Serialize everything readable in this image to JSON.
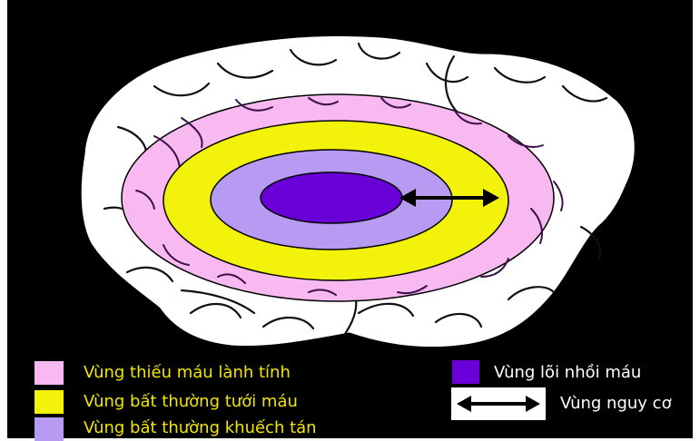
{
  "diagram": {
    "colors": {
      "background": "#000000",
      "brain": "#ffffff",
      "brain_outline": "#000000",
      "vessels": "#3a0f4a",
      "benign_oligemia": "#f8b8f0",
      "perfusion_abnormality": "#f2f20a",
      "diffusion_abnormality": "#b79bf2",
      "infarct_core": "#6a00d8",
      "label_yellow": "#f2e600",
      "label_white": "#ffffff"
    }
  },
  "legend": {
    "items": [
      {
        "label": "Vùng thiếu máu lành tính",
        "color": "#f8b8f0"
      },
      {
        "label": "Vùng bất thường tưới máu",
        "color": "#f2f20a"
      },
      {
        "label": "Vùng bất thường khuếch tán",
        "color": "#b79bf2"
      }
    ],
    "core": {
      "label": "Vùng lõi nhồi máu",
      "color": "#6a00d8"
    },
    "risk": {
      "label": "Vùng nguy cơ",
      "icon": "double-arrow-icon"
    }
  }
}
